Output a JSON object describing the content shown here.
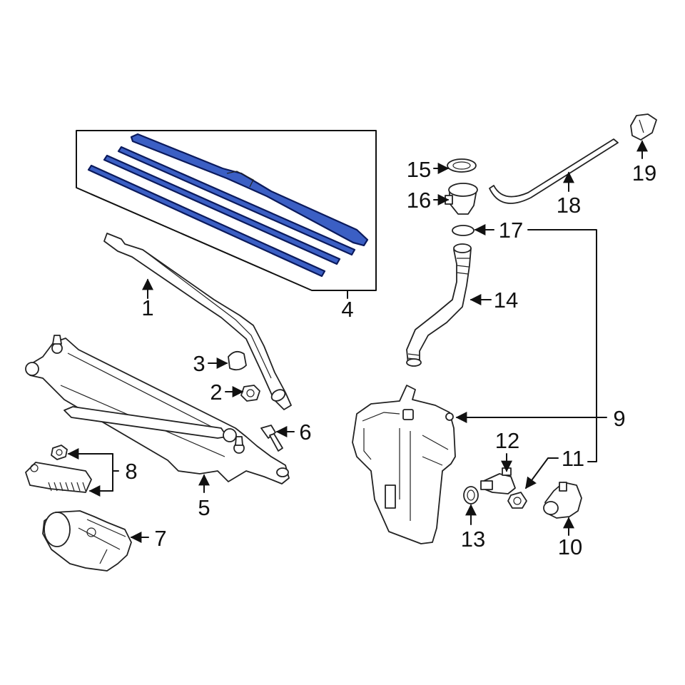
{
  "diagram": {
    "highlight_color": "#3b5fc4",
    "callouts": [
      {
        "id": "c1",
        "label": "1"
      },
      {
        "id": "c2",
        "label": "2"
      },
      {
        "id": "c3",
        "label": "3"
      },
      {
        "id": "c4",
        "label": "4"
      },
      {
        "id": "c5",
        "label": "5"
      },
      {
        "id": "c6",
        "label": "6"
      },
      {
        "id": "c7",
        "label": "7"
      },
      {
        "id": "c8",
        "label": "8"
      },
      {
        "id": "c9",
        "label": "9"
      },
      {
        "id": "c10",
        "label": "10"
      },
      {
        "id": "c11",
        "label": "11"
      },
      {
        "id": "c12",
        "label": "12"
      },
      {
        "id": "c13",
        "label": "13"
      },
      {
        "id": "c14",
        "label": "14"
      },
      {
        "id": "c15",
        "label": "15"
      },
      {
        "id": "c16",
        "label": "16"
      },
      {
        "id": "c17",
        "label": "17"
      },
      {
        "id": "c18",
        "label": "18"
      },
      {
        "id": "c19",
        "label": "19"
      }
    ]
  }
}
